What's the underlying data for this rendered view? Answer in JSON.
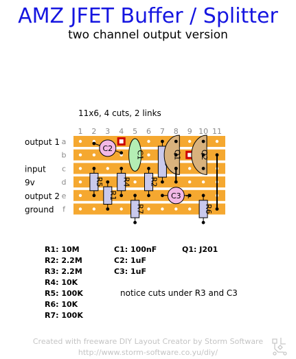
{
  "header": {
    "title": "AMZ JFET Buffer / Splitter",
    "subtitle": "two channel output version"
  },
  "layout_info": "11x6, 4 cuts, 2 links",
  "board": {
    "column_numbers": [
      "1",
      "2",
      "3",
      "4",
      "5",
      "6",
      "7",
      "8",
      "9",
      "10",
      "11"
    ],
    "row_letters": [
      "a",
      "b",
      "c",
      "d",
      "e",
      "f"
    ],
    "row_labels": [
      "output 1",
      "",
      "input",
      "9v",
      "output 2",
      "ground"
    ],
    "components": {
      "r1": "R1",
      "r2": "R2",
      "r3": "R3",
      "r4": "R4",
      "r5": "R5",
      "r6": "R6",
      "r7": "R7",
      "c1": "C1",
      "c2": "C2",
      "c3": "C3",
      "q1": "Q1",
      "q2": "Q2",
      "c3_polarity": "+"
    },
    "colors": {
      "strip": "#f5a830",
      "hole": "#ffffff",
      "resistor": "#c9c9ec",
      "film_cap": "#b4eeb4",
      "electrolytic": "#f2b8e6",
      "transistor": "#d9b27d",
      "cut_marker": "#cc0000",
      "link": "#000000"
    }
  },
  "parts_list": {
    "resistors": [
      "R1: 10M",
      "R2: 2.2M",
      "R3: 2.2M",
      "R4: 10K",
      "R5: 100K",
      "R6: 10K",
      "R7: 100K"
    ],
    "capacitors": [
      "C1: 100nF",
      "C2: 1uF",
      "C3: 1uF"
    ],
    "transistors": [
      "Q1: J201"
    ]
  },
  "note": "notice cuts under R3 and C3",
  "footer": {
    "line1": "Created with freeware DIY Layout Creator by Storm Software",
    "line2": "http://www.storm-software.co.yu/diy/"
  }
}
